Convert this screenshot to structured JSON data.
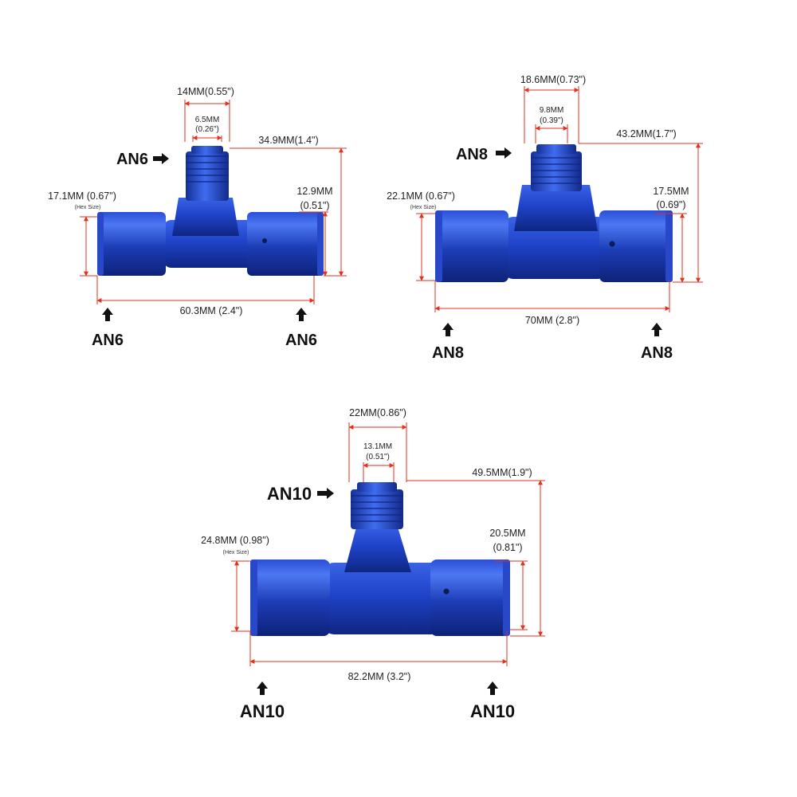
{
  "colors": {
    "body": "#1e3fc4",
    "dim_line": "#e0301e",
    "text": "#222222"
  },
  "fittings": [
    {
      "name": "AN6 tee",
      "top_label": "AN6",
      "left_label": "AN6",
      "right_label": "AN6",
      "top_outer": "14MM(0.55\")",
      "top_inner_mm": "6.5MM",
      "top_inner_in": "(0.26\")",
      "height": "34.9MM(1.4\")",
      "hex_mm": "17.1MM (0.67\")",
      "hex_note": "(Hex Size)",
      "right_mm": "12.9MM",
      "right_in": "(0.51\")",
      "length": "60.3MM (2.4\")"
    },
    {
      "name": "AN8 tee",
      "top_label": "AN8",
      "left_label": "AN8",
      "right_label": "AN8",
      "top_outer": "18.6MM(0.73\")",
      "top_inner_mm": "9.8MM",
      "top_inner_in": "(0.39\")",
      "height": "43.2MM(1.7\")",
      "hex_mm": "22.1MM (0.67\")",
      "hex_note": "(Hex Size)",
      "right_mm": "17.5MM",
      "right_in": "(0.69\")",
      "length": "70MM (2.8\")"
    },
    {
      "name": "AN10 tee",
      "top_label": "AN10",
      "left_label": "AN10",
      "right_label": "AN10",
      "top_outer": "22MM(0.86\")",
      "top_inner_mm": "13.1MM",
      "top_inner_in": "(0.51\")",
      "height": "49.5MM(1.9\")",
      "hex_mm": "24.8MM (0.98\")",
      "hex_note": "(Hex Size)",
      "right_mm": "20.5MM",
      "right_in": "(0.81\")",
      "length": "82.2MM (3.2\")"
    }
  ]
}
